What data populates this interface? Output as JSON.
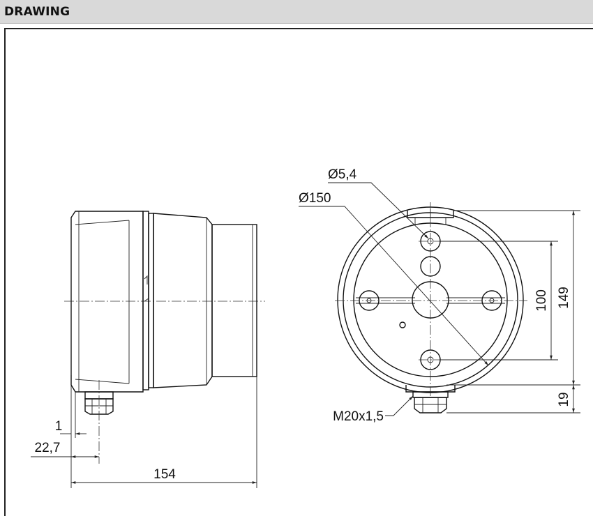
{
  "header": {
    "title": "DRAWING"
  },
  "dimensions": {
    "hole_diameter": "Ø5,4",
    "body_diameter": "Ø150",
    "hole_spacing": "100",
    "overall_height": "149",
    "gland_height": "19",
    "gland_thread": "M20x1,5",
    "flange_offset": "1",
    "gland_offset": "22,7",
    "overall_length": "154"
  }
}
